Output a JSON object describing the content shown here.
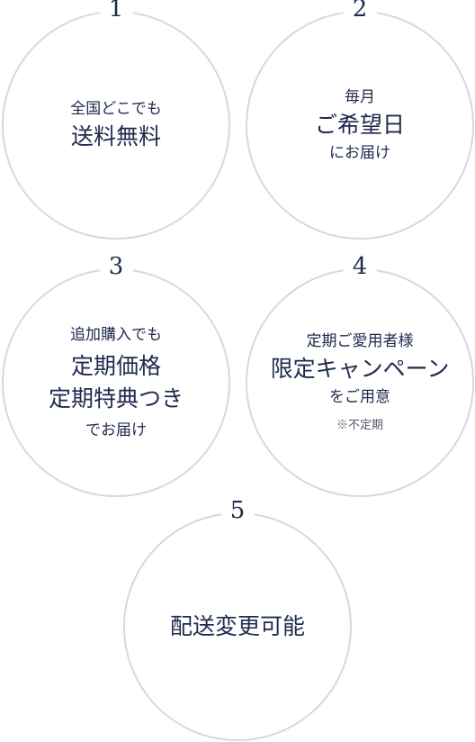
{
  "items": [
    {
      "number": "1",
      "line1": "全国どこでも",
      "line2": "送料無料"
    },
    {
      "number": "2",
      "line1": "毎月",
      "line2": "ご希望日",
      "line3": "にお届け"
    },
    {
      "number": "3",
      "line1": "追加購入でも",
      "line2": "定期価格",
      "line3": "定期特典つき",
      "line4": "でお届け"
    },
    {
      "number": "4",
      "line1": "定期ご愛用者様",
      "line2": "限定キャンペーン",
      "line3": "をご用意",
      "note": "※不定期"
    },
    {
      "number": "5",
      "line1": "配送変更可能"
    }
  ],
  "colors": {
    "text": "#1f2a4d",
    "border": "#d7d7e6",
    "note": "#555a70"
  }
}
